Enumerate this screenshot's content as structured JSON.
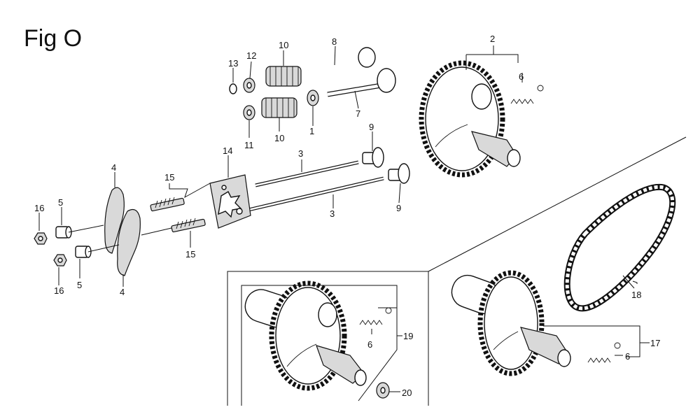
{
  "figure": {
    "title": "Fig O"
  },
  "callouts": [
    "1",
    "2",
    "3",
    "3",
    "4",
    "4",
    "5",
    "5",
    "6",
    "6",
    "6",
    "7",
    "8",
    "9",
    "9",
    "10",
    "10",
    "11",
    "12",
    "13",
    "14",
    "15",
    "15",
    "16",
    "16",
    "17",
    "18",
    "19",
    "20"
  ]
}
